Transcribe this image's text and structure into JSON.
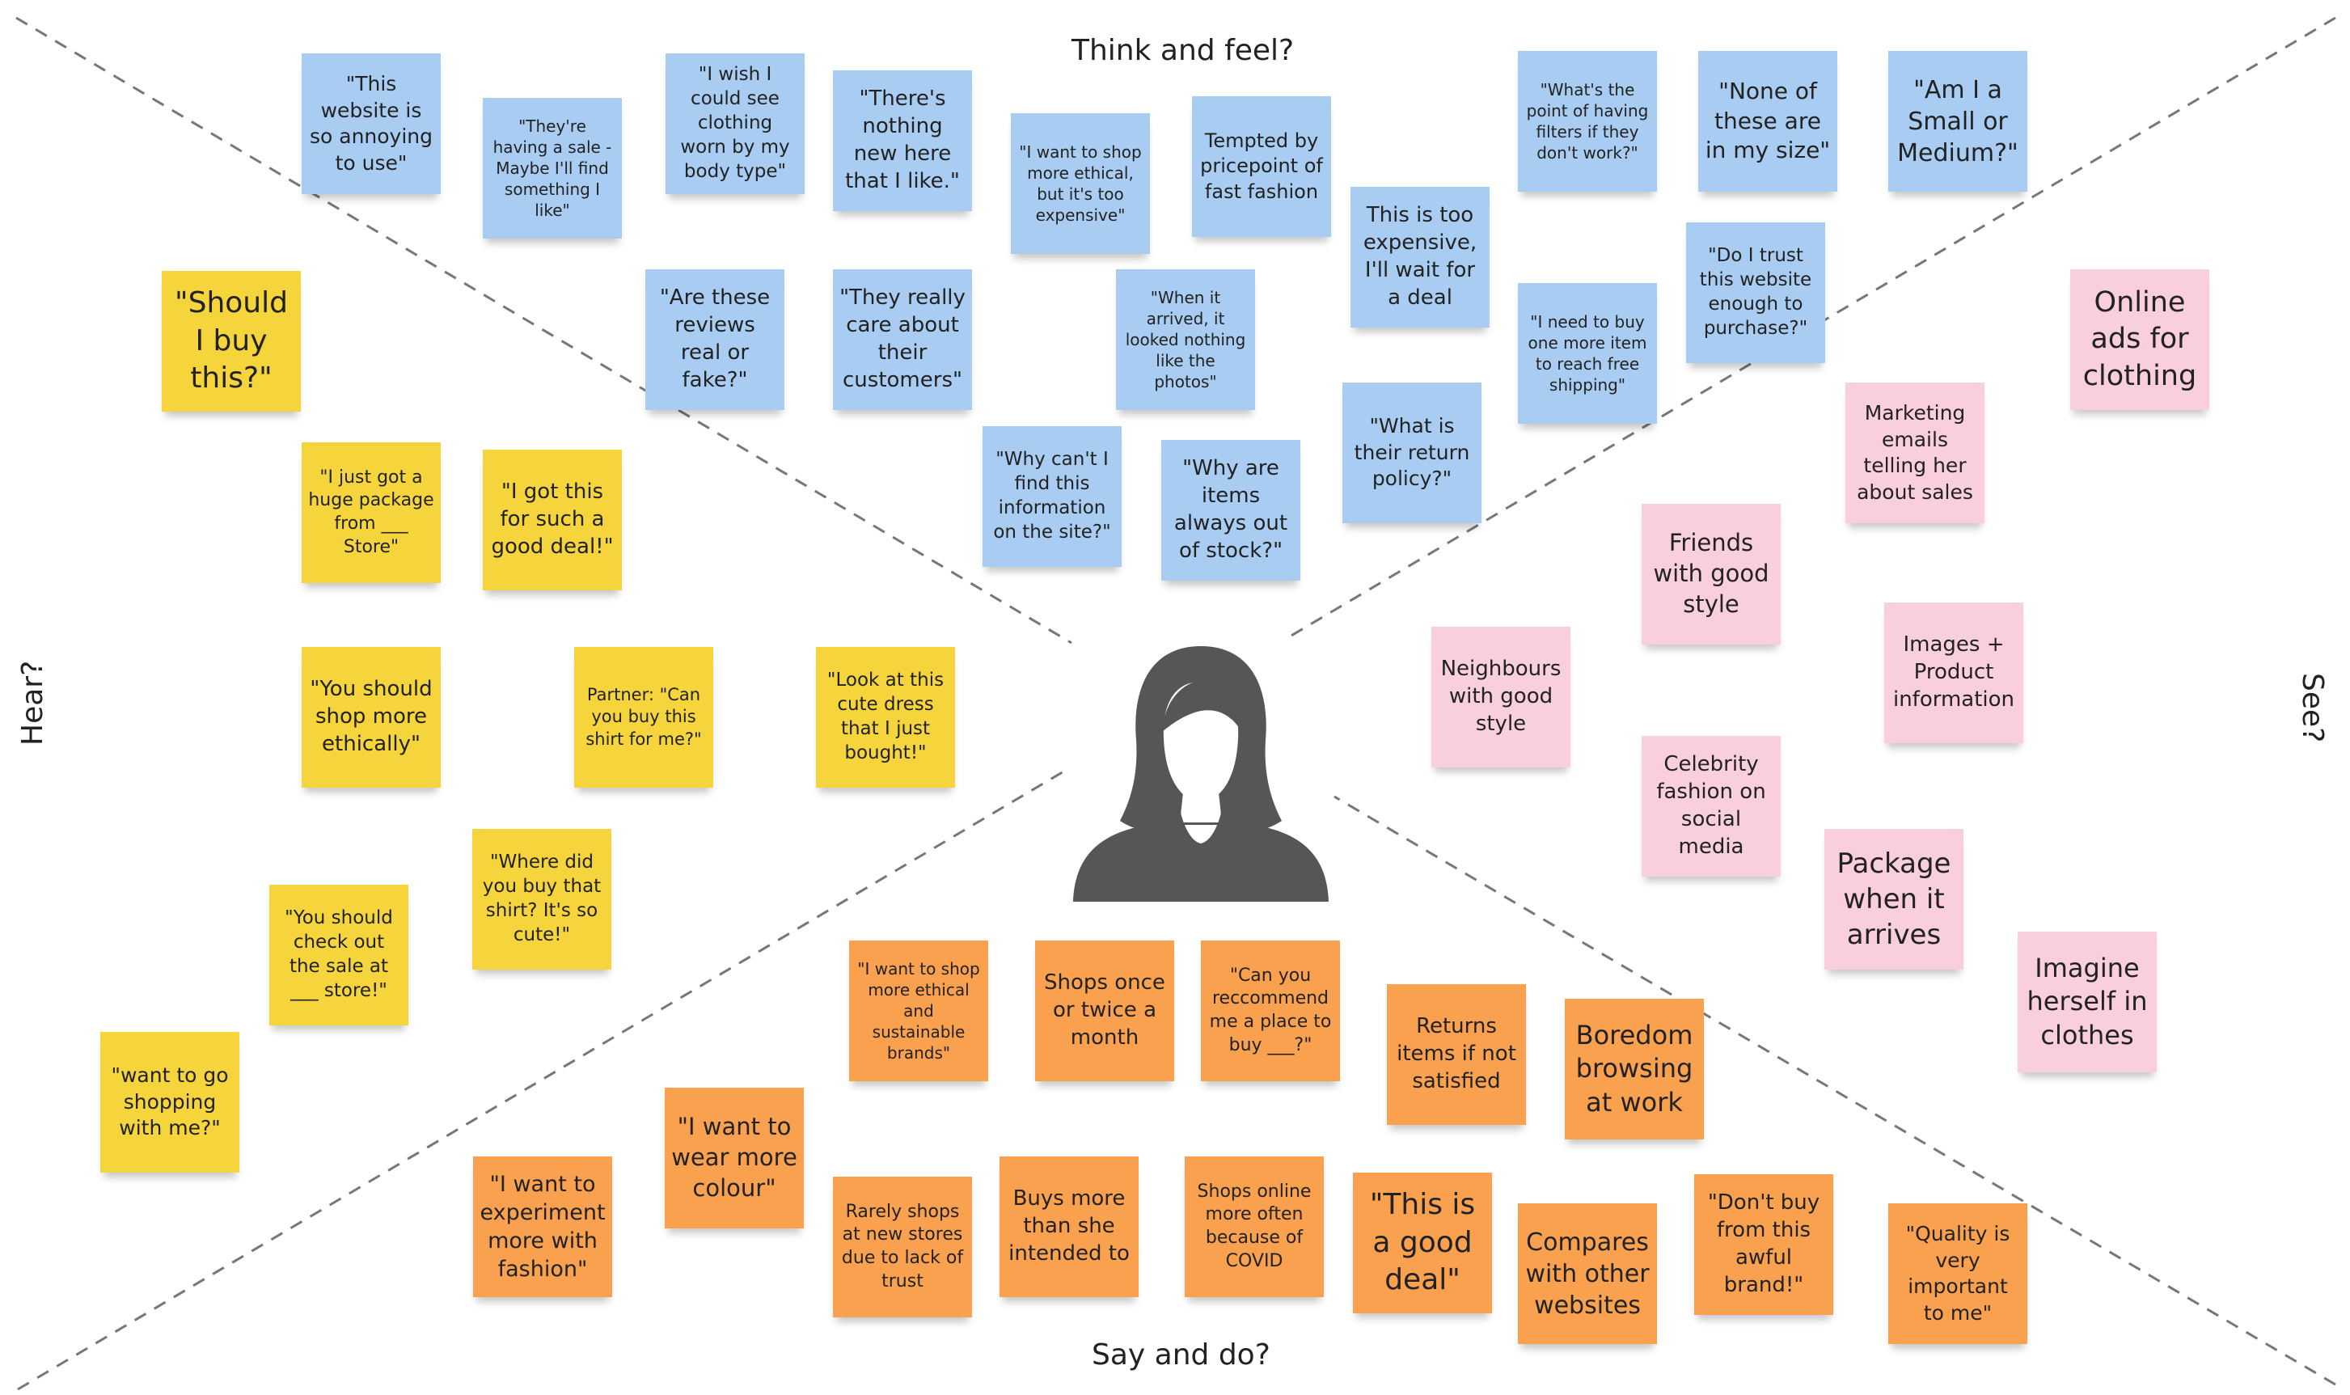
{
  "labels": {
    "top": "Think and feel?",
    "bottom": "Say and do?",
    "left": "Hear?",
    "right": "See?"
  },
  "colors": {
    "think": "#a9cdf2",
    "hear": "#f5d43c",
    "see": "#f9cfdd",
    "say": "#f9a14f",
    "person": "#565656",
    "lines": "#777777"
  },
  "think_notes": [
    "\"This website is so annoying to use\"",
    "\"They're having a sale - Maybe I'll find something I like\"",
    "\"I wish I could see clothing worn by my body type\"",
    "\"There's nothing new here that I like.\"",
    "\"I want to shop more ethical, but it's too expensive\"",
    "Tempted by pricepoint of fast fashion",
    "This is too expensive, I'll wait for a deal",
    "\"What's the point of having filters if they don't work?\"",
    "\"None of these are in my size\"",
    "\"Am I a Small or Medium?\"",
    "\"Are these reviews real or fake?\"",
    "\"They really care about their customers\"",
    "\"When it arrived, it looked nothing like the photos\"",
    "\"Do I trust this website enough to purchase?\"",
    "\"I need to buy one more item to reach free shipping\"",
    "\"What is their return policy?\"",
    "\"Why can't I find this information on the site?\"",
    "\"Why are items always out of stock?\""
  ],
  "hear_notes": [
    "\"Should I buy this?\"",
    "\"I just got a huge package from ___ Store\"",
    "\"I got this for such a good deal!\"",
    "\"You should shop more ethically\"",
    "Partner: \"Can you buy this shirt for me?\"",
    "\"Look at this cute dress that I just bought!\"",
    "\"Where did you buy that shirt? It's so cute!\"",
    "\"You should check out the sale  at ___ store!\"",
    "\"want to go shopping with me?\""
  ],
  "see_notes": [
    "Online ads for clothing",
    "Marketing emails telling her about sales",
    "Friends with good style",
    "Neighbours with good style",
    "Images + Product information",
    "Celebrity fashion on social media",
    "Package when it arrives",
    "Imagine herself in clothes"
  ],
  "say_notes": [
    "\"I want to shop more ethical and sustainable brands\"",
    "Shops once or twice a month",
    "\"Can you reccommend me a place to buy ___?\"",
    "Returns items if not satisfied",
    "Boredom browsing at work",
    "\"I want to wear more colour\"",
    "\"I want to experiment more with fashion\"",
    "Rarely shops at new stores due to lack of trust",
    "Buys more than she intended to",
    "Shops online more often because of COVID",
    "\"This is a good deal\"",
    "Compares with other websites",
    "\"Don't buy from this awful brand!\"",
    "\"Quality is very important to me\""
  ]
}
